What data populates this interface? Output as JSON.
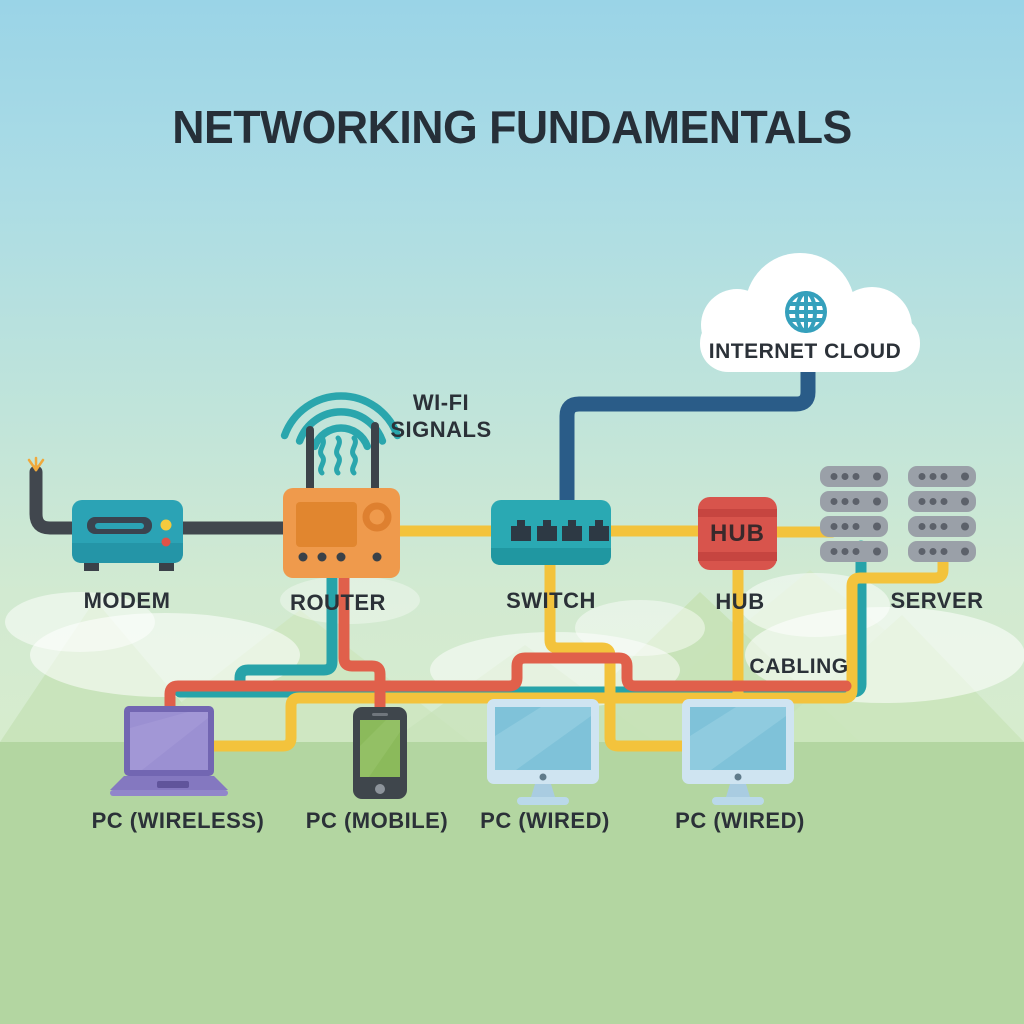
{
  "labels": {
    "title": "NETWORKING FUNDAMENTALS",
    "internet_cloud": "INTERNET CLOUD",
    "wifi_line1": "WI-FI",
    "wifi_line2": "SIGNALS",
    "modem": "MODEM",
    "router": "ROUTER",
    "switch": "SWITCH",
    "hub": "HUB",
    "hub_device": "HUB",
    "server": "SERVER",
    "cabling": "CABLING",
    "pc_wireless": "PC (WIRELESS)",
    "pc_mobile": "PC (MOBILE)",
    "pc_wired_1": "PC (WIRED)",
    "pc_wired_2": "PC (WIRED)"
  },
  "colors": {
    "cable_black": "#41474e",
    "cable_navy": "#2a5c88",
    "cable_yellow": "#f3c33c",
    "cable_red": "#e0604b",
    "cable_teal": "#27a3a9",
    "modem_teal": "#2ba3b5",
    "router_orange": "#ef9a4c",
    "switch_teal": "#2aa9b3",
    "hub_red": "#d8544c",
    "server_gray": "#9aa0a8",
    "laptop_purple": "#9b90d2",
    "phone_green": "#8bba5b",
    "monitor_blue": "#7fc2d9",
    "globe_blue": "#35a0bc"
  },
  "connections": [
    {
      "from": "wall-line",
      "to": "modem",
      "cable": "black"
    },
    {
      "from": "modem",
      "to": "router",
      "cable": "black"
    },
    {
      "from": "internet-cloud",
      "to": "switch",
      "cable": "navy"
    },
    {
      "from": "router",
      "to": "switch",
      "cable": "yellow"
    },
    {
      "from": "switch",
      "to": "hub",
      "cable": "yellow"
    },
    {
      "from": "hub",
      "to": "server",
      "cable": "yellow"
    },
    {
      "from": "router",
      "to": "pc-mobile",
      "cable": "red"
    },
    {
      "from": "pc-wireless",
      "to": "server-area",
      "cable": "red"
    },
    {
      "from": "router",
      "to": "pc-wireless-area",
      "cable": "teal"
    },
    {
      "from": "server",
      "to": "pc-wireless-area",
      "cable": "teal"
    },
    {
      "from": "server",
      "to": "pc-wireless",
      "cable": "yellow"
    },
    {
      "from": "switch",
      "to": "pc-wired-2",
      "cable": "yellow"
    },
    {
      "from": "hub",
      "to": "pc-wired-2",
      "cable": "yellow"
    }
  ]
}
